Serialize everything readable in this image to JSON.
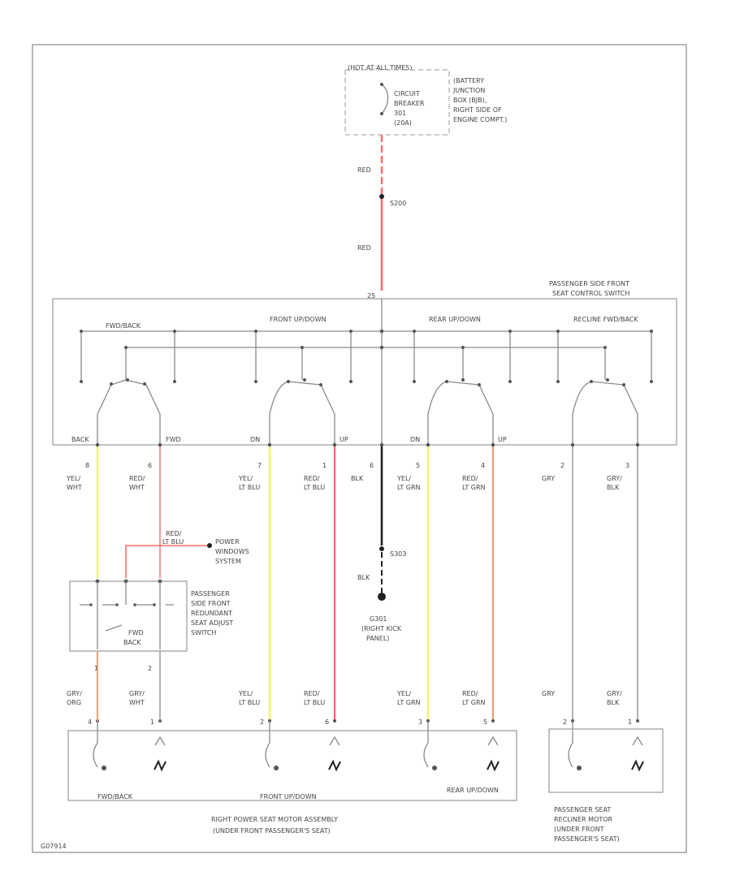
{
  "colors": {
    "red": "#ff6b6b",
    "yellow": "#f4f46a",
    "orange": "#e9a078",
    "black": "#222222",
    "frame": "#9a9a9a"
  },
  "hot_at_all_times": "(HOT AT ALL TIMES)",
  "breaker": {
    "lines": [
      "CIRCUIT",
      "BREAKER",
      "301",
      "(20A)"
    ],
    "battery_junction": [
      "(BATTERY",
      "JUNCTION",
      "BOX (BJB),",
      "RIGHT SIDE OF",
      "ENGINE COMPT.)"
    ]
  },
  "upper_wire": {
    "color1": "RED",
    "splice": "S200",
    "color2": "RED",
    "pin": "25"
  },
  "control_switch": {
    "title": [
      "PASSENGER SIDE FRONT",
      "SEAT CONTROL SWITCH"
    ],
    "sections": [
      "FWD/BACK",
      "FRONT UP/DOWN",
      "REAR UP/DOWN",
      "RECLINE FWD/BACK"
    ],
    "bottom_terms": [
      "BACK",
      "FWD",
      "DN",
      "UP",
      "DN",
      "UP"
    ]
  },
  "wires": [
    {
      "pin": "8",
      "color": [
        "YEL/",
        "WHT"
      ]
    },
    {
      "pin": "6",
      "color": [
        "RED/",
        "WHT"
      ]
    },
    {
      "pin": "7",
      "color": [
        "YEL/",
        "LT BLU"
      ]
    },
    {
      "pin": "1",
      "color": [
        "RED/",
        "LT BLU"
      ]
    },
    {
      "pin": "6",
      "color": [
        "BLK"
      ]
    },
    {
      "pin": "5",
      "color": [
        "YEL/",
        "LT GRN"
      ]
    },
    {
      "pin": "4",
      "color": [
        "RED/",
        "LT GRN"
      ]
    },
    {
      "pin": "2",
      "color": [
        "GRY"
      ]
    },
    {
      "pin": "3",
      "color": [
        "GRY/",
        "BLK"
      ]
    }
  ],
  "power_windows": {
    "wire": [
      "RED/",
      "LT BLU"
    ],
    "label": [
      "POWER",
      "WINDOWS",
      "SYSTEM"
    ]
  },
  "redundant_switch": {
    "label": [
      "PASSENGER",
      "SIDE FRONT",
      "REDUNDANT",
      "SEAT ADJUST",
      "SWITCH"
    ],
    "inner": [
      "FWD",
      "BACK"
    ],
    "pins": [
      "1",
      "2"
    ]
  },
  "ground": {
    "splice": "S303",
    "wire": "BLK",
    "label": [
      "G301",
      "(RIGHT KICK",
      "PANEL)"
    ]
  },
  "lower_wires": [
    {
      "pin": "4",
      "color": [
        "GRY/",
        "ORG"
      ]
    },
    {
      "pin": "1",
      "color": [
        "GRY/",
        "WHT"
      ]
    },
    {
      "pin": "2",
      "color": [
        "YEL/",
        "LT BLU"
      ]
    },
    {
      "pin": "6",
      "color": [
        "RED/",
        "LT BLU"
      ]
    },
    {
      "pin": "3",
      "color": [
        "YEL/",
        "LT GRN"
      ]
    },
    {
      "pin": "5",
      "color": [
        "RED/",
        "LT GRN"
      ]
    },
    {
      "pin": "2",
      "color": [
        "GRY"
      ]
    },
    {
      "pin": "1",
      "color": [
        "GRY/",
        "BLK"
      ]
    }
  ],
  "motor_assembly": {
    "motors": [
      "FWD/BACK",
      "FRONT UP/DOWN",
      "REAR UP/DOWN"
    ],
    "title": [
      "RIGHT POWER SEAT MOTOR ASSEMBLY",
      "(UNDER FRONT PASSENGER'S SEAT)"
    ]
  },
  "recliner": {
    "title": [
      "PASSENGER SEAT",
      "RECLINER MOTOR",
      "(UNDER FRONT",
      "PASSENGER'S SEAT)"
    ]
  },
  "figure_id": "G07914"
}
